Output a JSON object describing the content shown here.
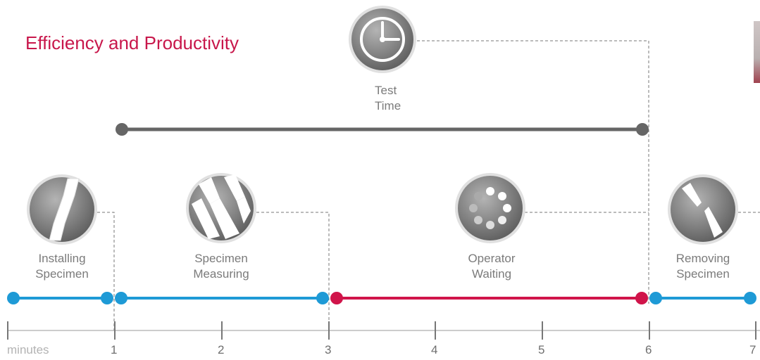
{
  "title": "Efficiency and Productivity",
  "test_time": {
    "line1": "Test",
    "line2": "Time",
    "icon": "clock-icon",
    "start_minute": 1,
    "end_minute": 6,
    "color": "#666666"
  },
  "steps": [
    {
      "line1": "Installing",
      "line2": "Specimen",
      "icon": "specimen-icon",
      "start_minute": 0,
      "end_minute": 1,
      "color": "#1e9ad6"
    },
    {
      "line1": "Specimen",
      "line2": "Measuring",
      "icon": "measuring-icon",
      "start_minute": 1,
      "end_minute": 3,
      "color": "#1e9ad6"
    },
    {
      "line1": "Operator",
      "line2": "Waiting",
      "icon": "loading-icon",
      "start_minute": 3,
      "end_minute": 6,
      "color": "#d0144a"
    },
    {
      "line1": "Removing",
      "line2": "Specimen",
      "icon": "broken-specimen-icon",
      "start_minute": 6,
      "end_minute": 7,
      "color": "#1e9ad6"
    }
  ],
  "axis": {
    "unit": "minutes",
    "ticks": [
      "1",
      "2",
      "3",
      "4",
      "5",
      "6",
      "7"
    ]
  }
}
